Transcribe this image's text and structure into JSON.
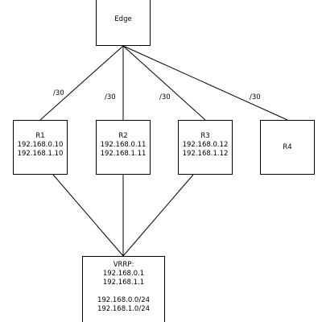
{
  "nodes": {
    "edge": {
      "label": "Edge"
    },
    "r1": {
      "name": "R1",
      "ip_a": "192.168.0.10",
      "ip_b": "192.168.1.10"
    },
    "r2": {
      "name": "R2",
      "ip_a": "192.168.0.11",
      "ip_b": "192.168.1.11"
    },
    "r3": {
      "name": "R3",
      "ip_a": "192.168.0.12",
      "ip_b": "192.168.1.12"
    },
    "r4": {
      "name": "R4"
    },
    "vrrp": {
      "title": "VRRP:",
      "vip_a": "192.168.0.1",
      "vip_b": "192.168.1.1",
      "subnet_a": "192.168.0.0/24",
      "subnet_b": "192.168.1.0/24"
    }
  },
  "links": {
    "edge_r1": "/30",
    "edge_r2": "/30",
    "edge_r3": "/30",
    "edge_r4": "/30"
  },
  "colors": {
    "line": "#000000",
    "border": "#000000",
    "background": "#ffffff"
  }
}
